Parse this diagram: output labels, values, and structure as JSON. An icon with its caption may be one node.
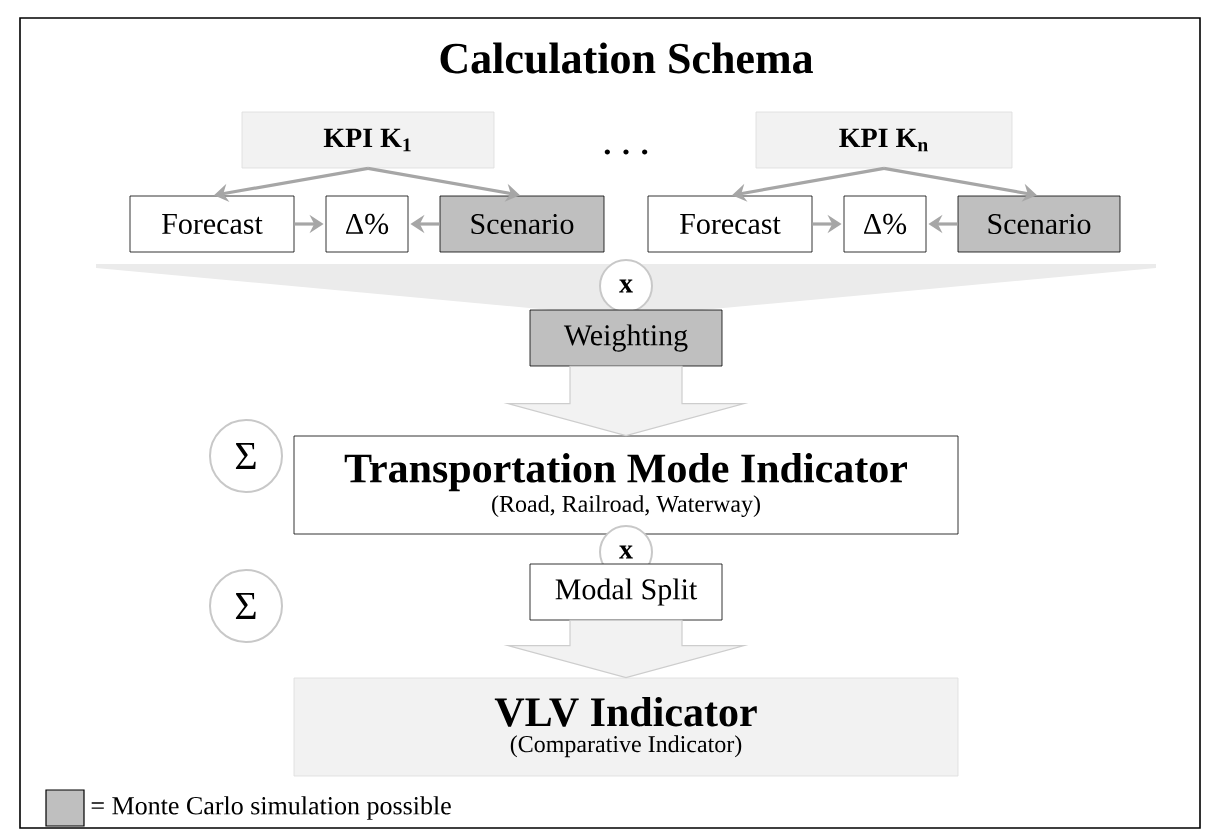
{
  "diagram": {
    "title": "Calculation Schema",
    "nodes": [
      {
        "text": [
          "KPI K$_{1}$"
        ]
      },
      {
        "text": [
          "Forecast"
        ]
      },
      {
        "text": [
          "Δ%"
        ]
      },
      {
        "text": [
          "Scenario"
        ]
      },
      {
        "text": [
          "KPI K$_{n}$"
        ]
      },
      {
        "text": [
          "Forecast"
        ]
      },
      {
        "text": [
          "Δ%"
        ]
      },
      {
        "text": [
          "Scenario"
        ]
      },
      {
        "text": [
          "x"
        ]
      },
      {
        "text": [
          "Weighting"
        ]
      },
      {
        "text": [
          "Σ"
        ]
      },
      {
        "text": [
          "Transportation Mode Indicator",
          "(Road, Railroad, Waterway)"
        ]
      },
      {
        "text": [
          "x"
        ]
      },
      {
        "text": [
          "Modal Split"
        ]
      },
      {
        "text": [
          "Σ"
        ]
      },
      {
        "text": [
          "VLV Indicator",
          "(Comparative Indicator)"
        ]
      }
    ],
    "edges": [
      {
        "from": 0,
        "to": 1,
        "arrow": "to"
      },
      {
        "from": 0,
        "to": 3,
        "arrow": "to"
      },
      {
        "from": 1,
        "to": 2,
        "arrow": "to"
      },
      {
        "from": 3,
        "to": 2,
        "arrow": "to"
      },
      {
        "from": 4,
        "to": 5,
        "arrow": "to"
      },
      {
        "from": 4,
        "to": 7,
        "arrow": "to"
      },
      {
        "from": 5,
        "to": 6,
        "arrow": "to"
      },
      {
        "from": 7,
        "to": 6,
        "arrow": "to"
      },
      {
        "from": 9,
        "to": 11,
        "arrow": "to",
        "style": "thick",
        "color": "#f2f2f2"
      },
      {
        "from": 13,
        "to": 15,
        "arrow": "to",
        "style": "thick",
        "color": "#f2f2f2"
      }
    ],
    "labels": [
      ". . ."
    ],
    "legend": [
      {
        "text": "= Monte Carlo simulation possible",
        "color": "#bfbfbf"
      }
    ]
  }
}
